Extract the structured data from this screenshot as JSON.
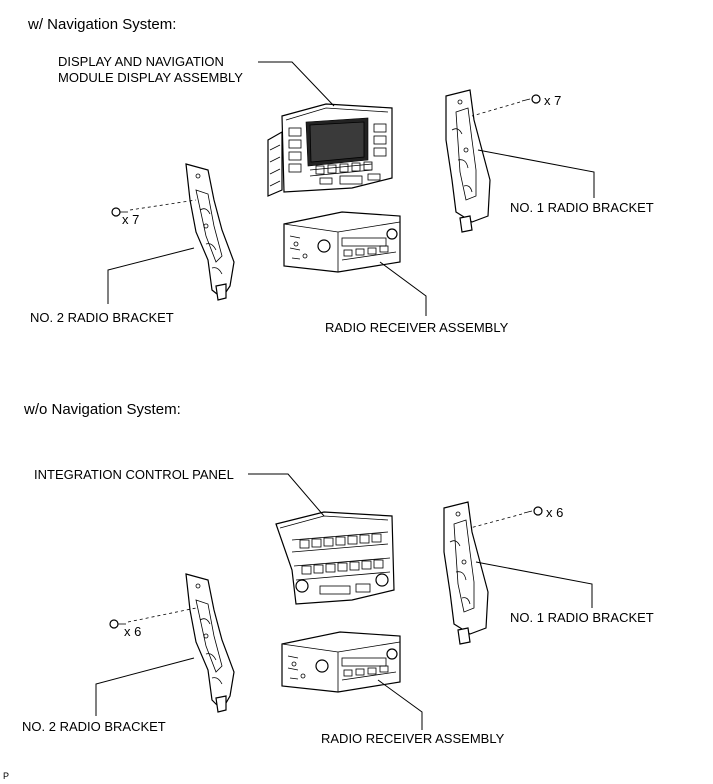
{
  "sections": {
    "with_nav": {
      "title": "w/ Navigation System:",
      "display_label_line1": "DISPLAY AND NAVIGATION",
      "display_label_line2": "MODULE DISPLAY ASSEMBLY",
      "bracket1_label": "NO. 1 RADIO BRACKET",
      "bracket2_label": "NO. 2 RADIO BRACKET",
      "receiver_label": "RADIO RECEIVER ASSEMBLY",
      "screw_count_right": "x 7",
      "screw_count_left": "x 7"
    },
    "without_nav": {
      "title": "w/o Navigation System:",
      "panel_label": "INTEGRATION CONTROL PANEL",
      "bracket1_label": "NO. 1 RADIO BRACKET",
      "bracket2_label": "NO. 2 RADIO BRACKET",
      "receiver_label": "RADIO RECEIVER ASSEMBLY",
      "screw_count_right": "x 6",
      "screw_count_left": "x 6"
    }
  },
  "corner_mark": "P"
}
